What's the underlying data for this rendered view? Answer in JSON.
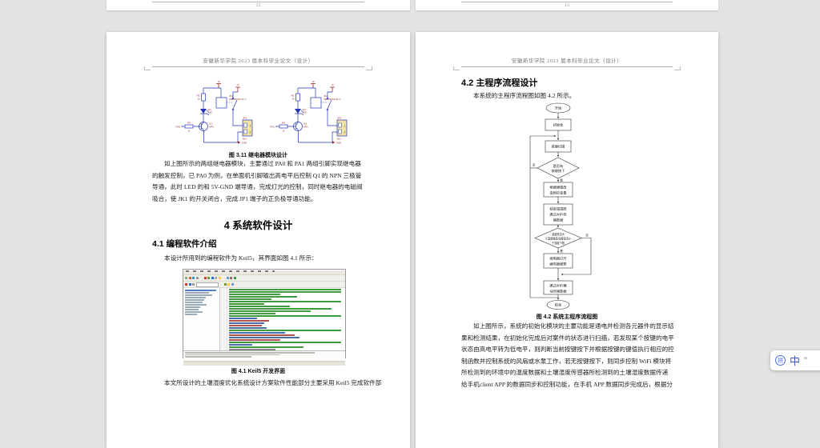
{
  "header_text": "安徽新华学院 2023 届本科毕业论文（设计）",
  "prev_pages": {
    "left_number": "12",
    "right_number": "13"
  },
  "left_page": {
    "figure": {
      "caption": "图 3.11 继电器模块设计",
      "circuit1": {
        "power": "+5",
        "power2": "+5",
        "r_top": "R1",
        "r_top_val": "1k",
        "led_ref": "D1",
        "led_name": "LED",
        "relay_ref": "JK1",
        "relay_model": "SRD-05VDC-SL-C",
        "q_ref": "Q1",
        "q_type": "NPN",
        "r_in": "R3",
        "r_in_val": "1k",
        "input": "PA0",
        "conn": "JP1",
        "conn_sub": "M12",
        "pin1": "1",
        "pin2": "2",
        "gnd": "GND"
      },
      "circuit2": {
        "power": "+5",
        "power2": "+5",
        "r_top": "R2",
        "r_top_val": "1k",
        "led_ref": "D2",
        "led_name": "LED",
        "relay_ref": "JK2",
        "relay_model": "SRD-05VDC-SL-C",
        "q_ref": "Q2",
        "q_type": "NPN",
        "r_in": "R4",
        "r_in_val": "1k",
        "input": "PA1",
        "conn": "JP2",
        "conn_sub": "M12",
        "pin1": "1",
        "pin2": "2",
        "gnd": "GND"
      }
    },
    "para": [
      "如上图所示的两组继电器模块，主要通过 PA0 和 PA1 两组引脚实现继电器",
      "的触发控制，已 PA0 为例，在单面机引脚输出高电平后控制 Q1 的 NPN 三极管",
      "导通，此时 LED 的和 5V-GND 端导通，完成灯光的控制，同时继电器的电磁阀",
      "吸合，使 JK1 的开关闭合，完成 JP1 端子的正负极导通功能。"
    ],
    "h4": "4  系统软件设计",
    "h41": "4.1 编程软件介绍",
    "keil_intro": "本设计所用到的编程软件为 Keil5，其界面如图 4.1 所示：",
    "keil_caption": "图 4.1 Keil5 开发界面",
    "tail_line": "本文所设计的土壤湿度优化系统设计方案软件性能部分主要采用 Keil5 完成软件部"
  },
  "right_page": {
    "h42": "4.2 主程序流程设计",
    "intro": "本系统的主程序流程图如图 4.2 所示。",
    "flow": {
      "start": "开始",
      "init": "初始化",
      "scan": "按键扫描",
      "d1": [
        "是否有",
        "按键按下"
      ],
      "yes1": "是",
      "no1": "否",
      "update": [
        "根据键值改",
        "变相应变量"
      ],
      "acquire": [
        "获取温湿度",
        "通过WIFI传",
        "输数据"
      ],
      "d2": [
        "温度是否大",
        "于温度阈值/湿度是否小",
        "于湿度下限"
      ],
      "yes2": "是",
      "no2": "否",
      "alarm": [
        "继电器打开",
        "蜂鸣器报警"
      ],
      "transmit": [
        "通过WIFI模",
        "块传输数据"
      ],
      "end": "结束",
      "caption": "图 4.2 系统主程序流程图"
    },
    "para": [
      "如上图所示，系统的初始化模块的主要功能是通电并检测各元器件的显示结",
      "果和检测结果，在初始化完成后对案件的状态进行扫描，若发现某个按键的电平",
      "状态由高电平转为低电平，则判断当前按键按下并根据按键的键值执行相应的控",
      "制函数并控制系统的风扇或水泵工作，若无按键按下，则同步控制 WiFi 模块将",
      "所检测到的环境中的温度数据和土壤湿度传感器所检测到的土壤湿度数据传递",
      "给手机client APP 的数据同步和控制功能，在手机 APP 数据同步完成后，根据分"
    ]
  },
  "ime": {
    "icon_label": "拼",
    "mode": "中",
    "punct": "”"
  }
}
